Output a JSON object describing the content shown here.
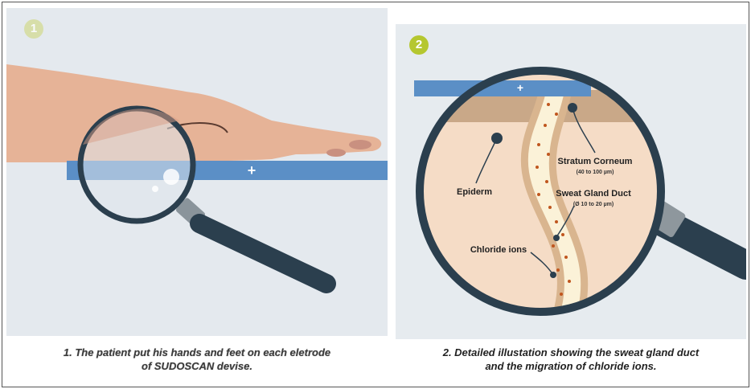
{
  "panel1": {
    "step_number": "1",
    "caption_line1": "1. The patient put his hands and feet on each eletrode",
    "caption_line2": "of SUDOSCAN devise."
  },
  "panel2": {
    "step_number": "2",
    "electrode_symbol": "+",
    "labels": {
      "epiderm": "Epiderm",
      "stratum": "Stratum Corneum",
      "stratum_size": "(40 to 100 µm)",
      "duct": "Sweat Gland Duct",
      "duct_size": "(Ø 10 to 20 µm)",
      "chloride": "Chloride ions"
    },
    "caption_line1": "2. Detailed illustation showing the sweat gland duct",
    "caption_line2": "and the migration of chloride ions."
  },
  "colors": {
    "electrode_blue": "#5b8fc6",
    "badge_green": "#b5c730",
    "skin": "#e8b89a",
    "lens_ring": "#2b3f4e",
    "epiderm": "#f5dcc6",
    "stratum": "#c9a888",
    "duct": "#d9b58f",
    "ion": "#c0561e"
  }
}
